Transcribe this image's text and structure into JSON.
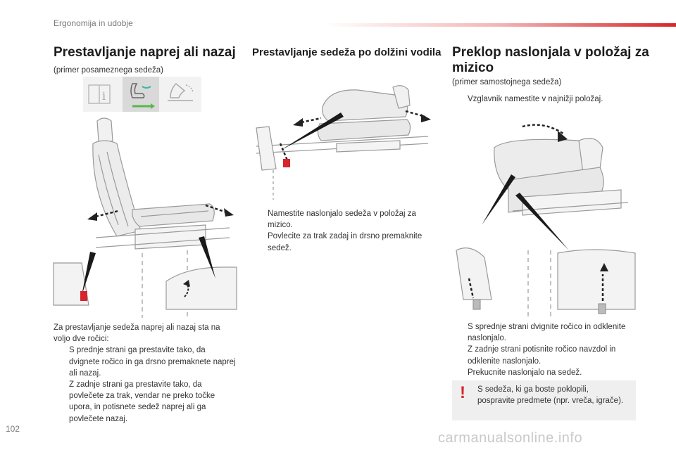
{
  "header": {
    "section": "Ergonomija in udobje"
  },
  "col1": {
    "title": "Prestavljanje naprej ali nazaj",
    "subtitle": "(primer posameznega sedeža)",
    "intro": "Za prestavljanje sedeža naprej ali nazaj sta na voljo dve ročici:",
    "items": [
      "S prednje strani ga prestavite tako, da dvignete ročico in ga drsno premaknete naprej ali nazaj.",
      "Z zadnje strani ga prestavite tako, da povlečete za trak, vendar ne preko točke upora, in potisnete sedež naprej ali ga povlečete nazaj."
    ]
  },
  "col2": {
    "title": "Prestavljanje sedeža po dolžini vodila",
    "items": [
      "Namestite naslonjalo sedeža v položaj za mizico.",
      "Povlecite za trak zadaj in drsno premaknite sedež."
    ]
  },
  "col3": {
    "title": "Preklop naslonjala v položaj za mizico",
    "subtitle": "(primer samostojnega sedeža)",
    "item_top": "Vzglavnik namestite v najnižji položaj.",
    "items": [
      "S sprednje strani dvignite ročico in odklenite naslonjalo.",
      "Z zadnje strani potisnite ročico navzdol in odklenite naslonjalo.",
      "Prekucnite naslonjalo na sedež."
    ],
    "warning": "S sedeža, ki ga boste poklopili, pospravite predmete (npr. vreča, igrače).",
    "warning_mark": "!"
  },
  "bullet_glyph": "",
  "footer": {
    "page_number": "102",
    "watermark": "carmanualsonline.info"
  },
  "colors": {
    "accent_red": "#d6262b",
    "warning_bg": "#efefef",
    "teal": "#3bb6b0",
    "green": "#58b84a"
  },
  "icons": [
    "book-icon",
    "seat-adjust-icon",
    "seat-fold-icon",
    "warning-icon"
  ]
}
